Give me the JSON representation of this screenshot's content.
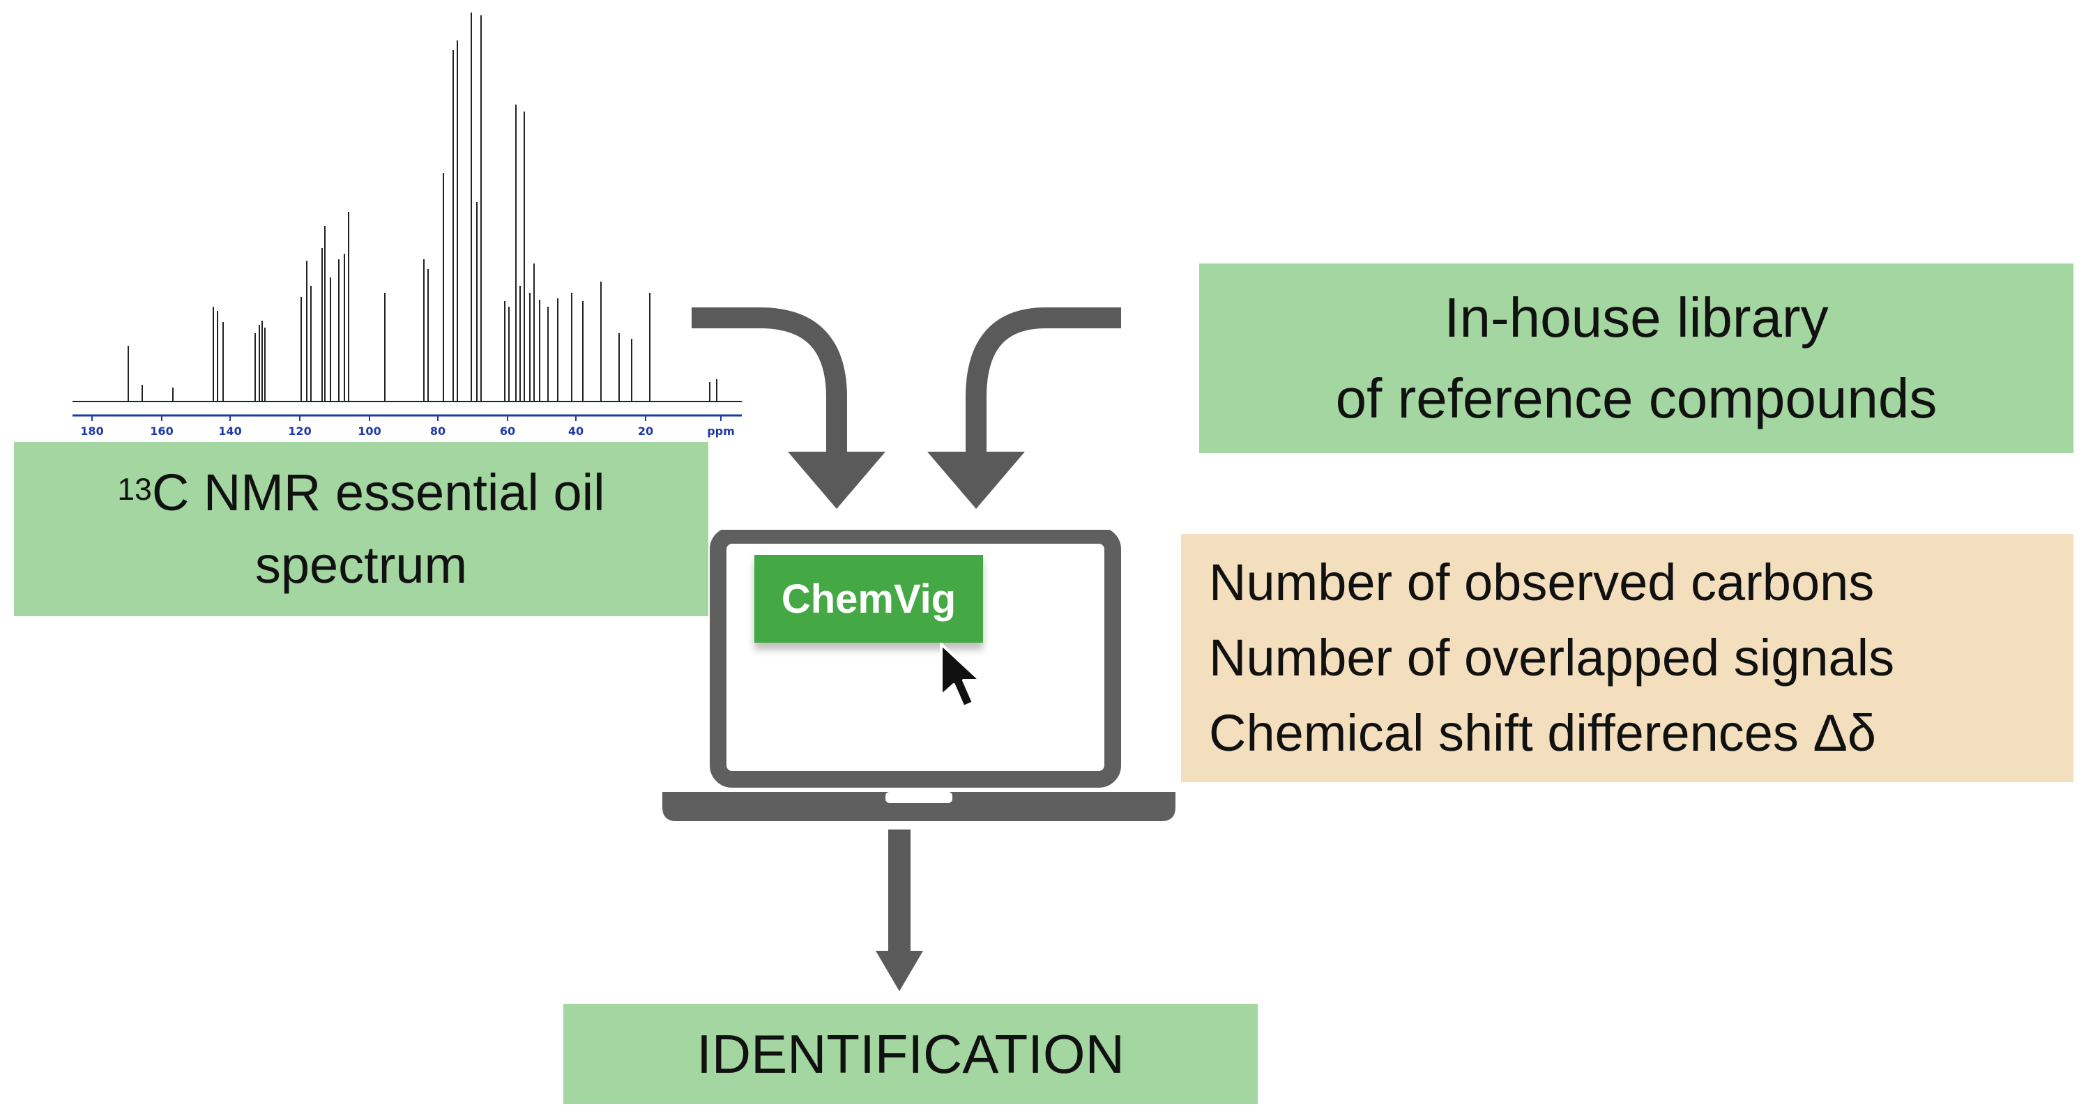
{
  "spectrum": {
    "label_sup": "13",
    "label_main": "C NMR essential oil",
    "label_line2": "spectrum",
    "axis_ticks": [
      "180",
      "160",
      "140",
      "120",
      "100",
      "80",
      "60",
      "40",
      "20",
      "ppm"
    ],
    "colors": {
      "axis": "#1f3aa8",
      "peaks": "#222222"
    }
  },
  "library": {
    "line1": "In-house library",
    "line2": "of reference compounds"
  },
  "criteria": {
    "items": [
      "Number of observed carbons",
      "Number of overlapped signals",
      "Chemical shift differences Δδ"
    ]
  },
  "software": {
    "button_label": "ChemVig",
    "cursor_icon": "mouse-pointer-icon"
  },
  "result": {
    "label": "IDENTIFICATION"
  },
  "colors": {
    "green_box": "#a3d6a0",
    "beige_box": "#f3dfbd",
    "button": "#44a845",
    "arrow": "#5a5a5a",
    "laptop": "#5f5f5f"
  }
}
